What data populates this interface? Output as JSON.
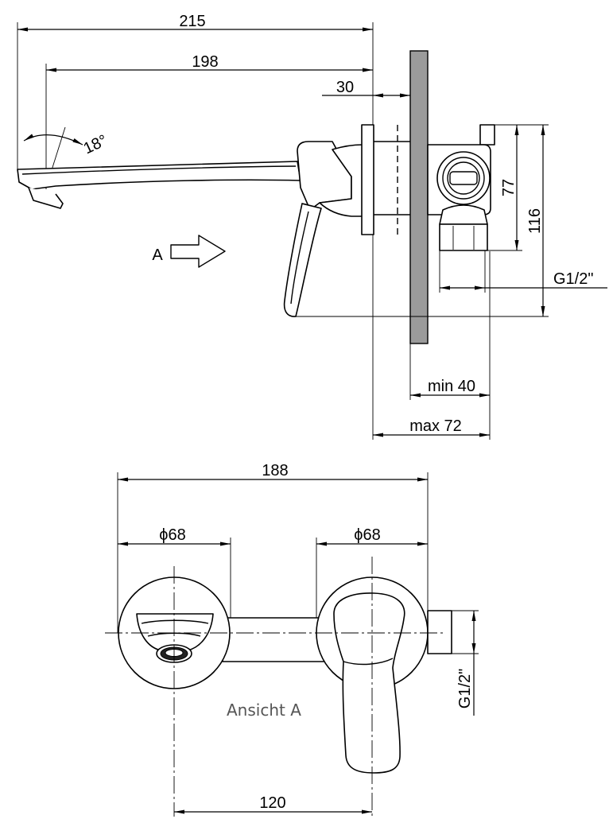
{
  "side_view": {
    "dim_total_length": "215",
    "dim_spout_length": "198",
    "dim_flange_to_wall": "30",
    "spout_angle": "18°",
    "view_arrow_label": "A",
    "dim_body_height": "77",
    "dim_overall_height": "116",
    "thread_size": "G1/2\"",
    "install_depth_min": "min 40",
    "install_depth_max": "max 72"
  },
  "front_view": {
    "dim_overall_width": "188",
    "diameter_left": "ϕ68",
    "diameter_right": "ϕ68",
    "caption": "Ansicht A",
    "thread_size": "G1/2\"",
    "dim_center_distance": "120"
  },
  "colors": {
    "line": "#000000",
    "wall": "#9b9b9b",
    "caption": "#555555"
  }
}
